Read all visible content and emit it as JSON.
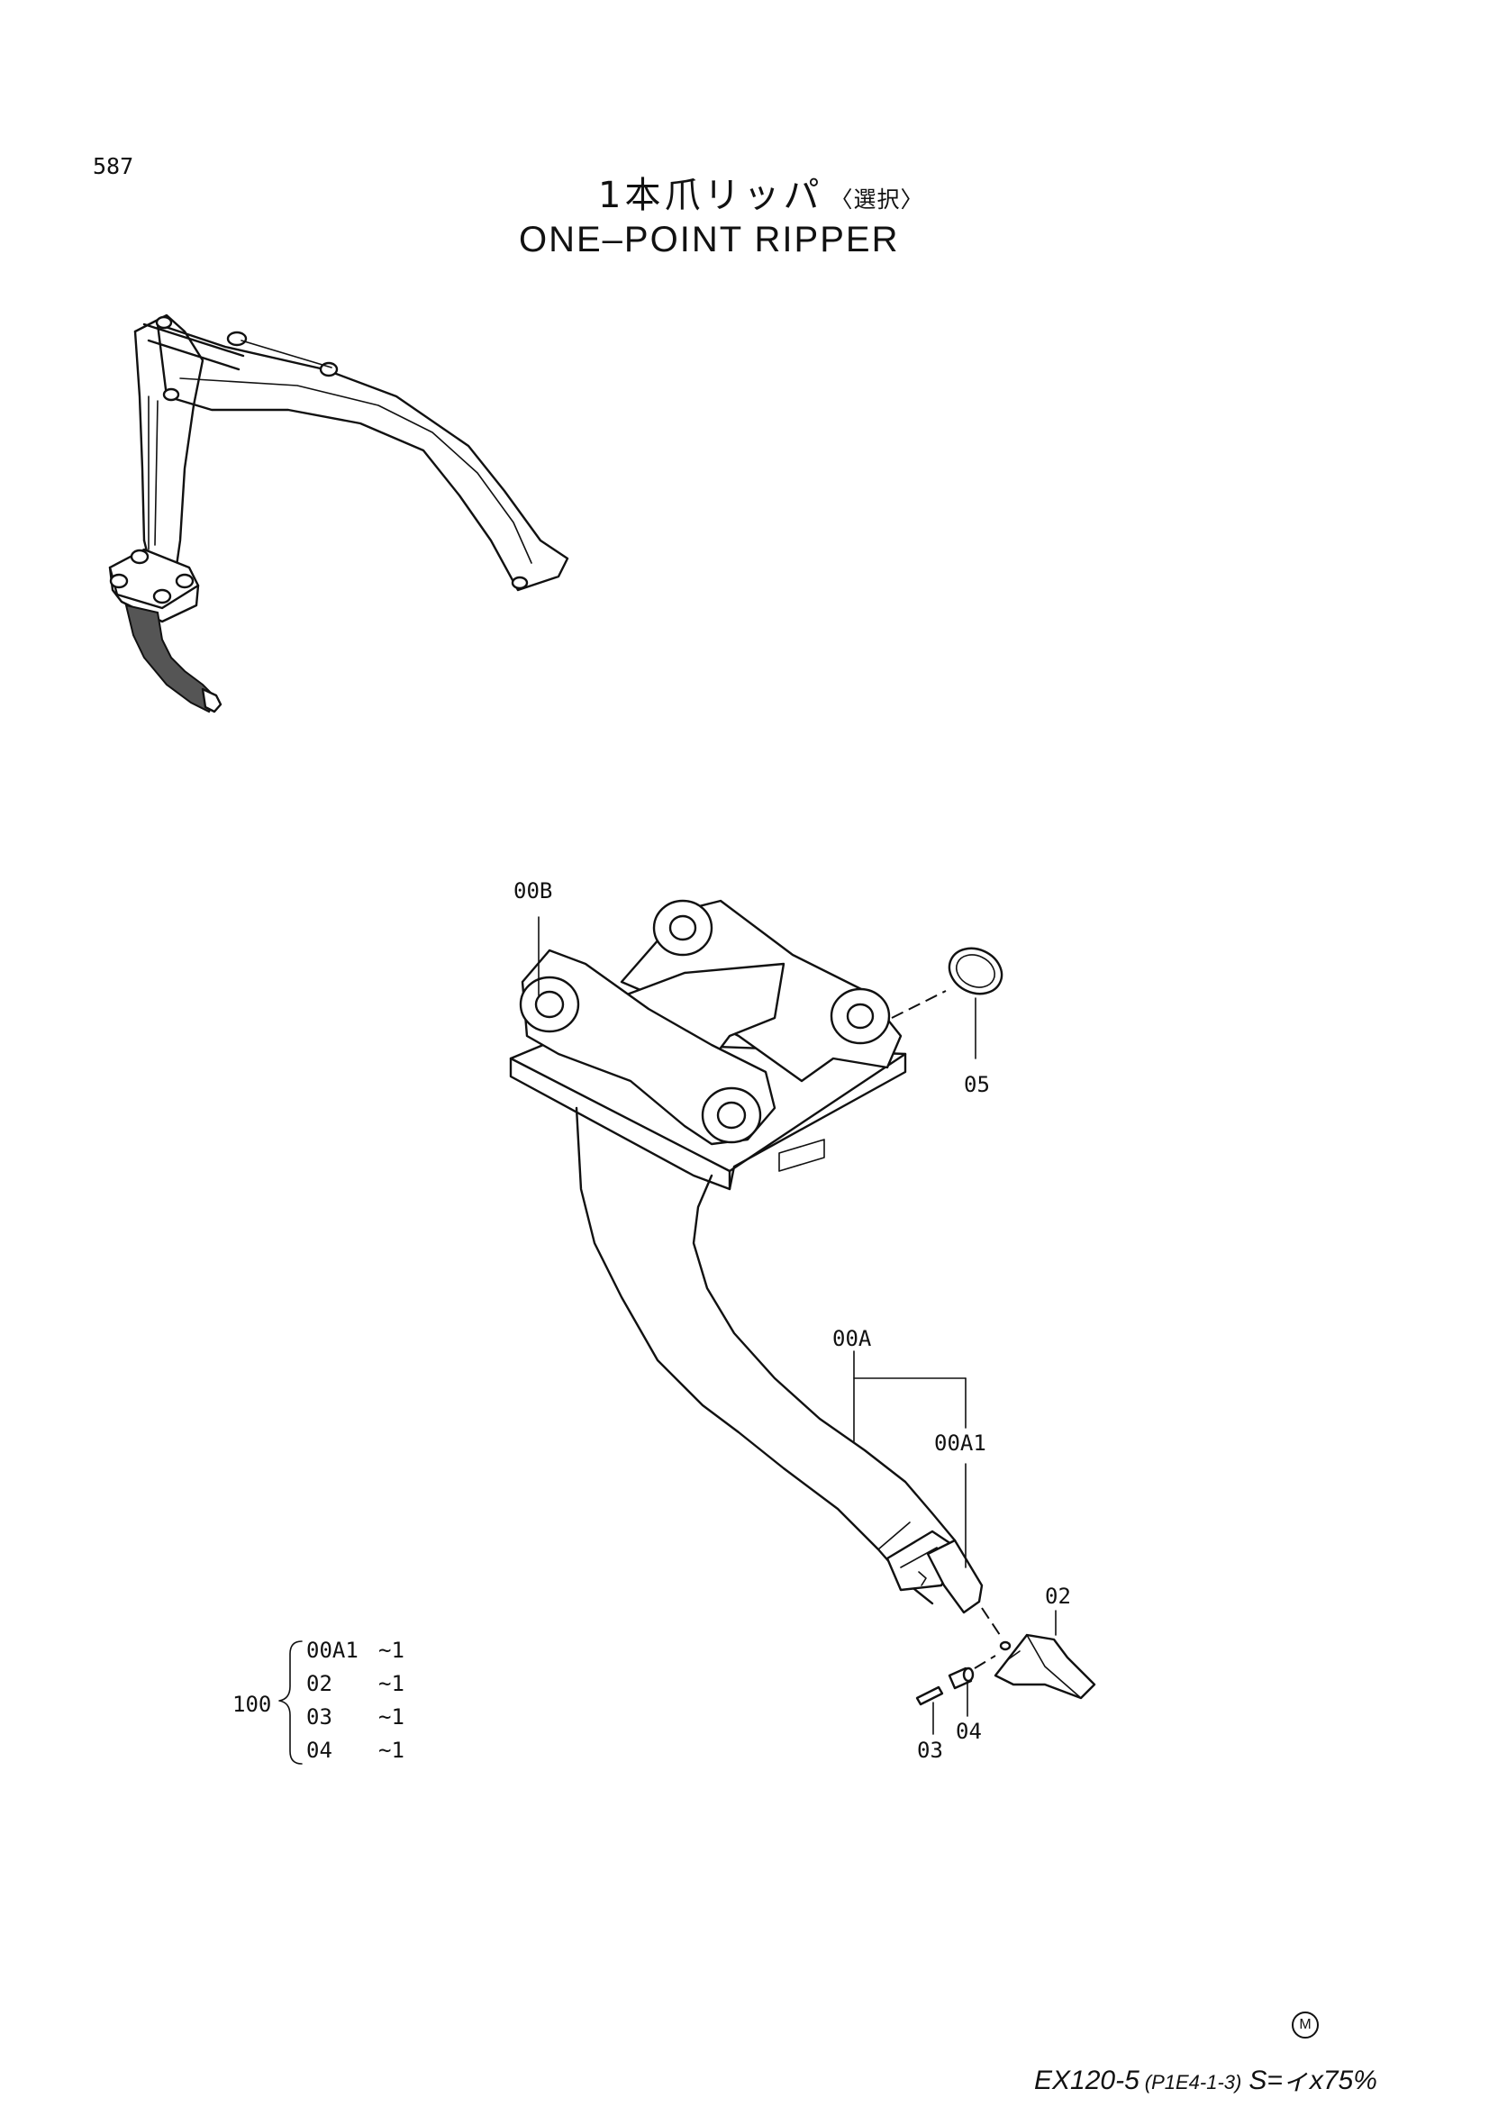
{
  "page": {
    "number": "587",
    "title_jp": "1本爪リッパ",
    "title_jp_note": "〈選択〉",
    "title_en": "ONE–POINT  RIPPER"
  },
  "callouts": {
    "p00B": "00B",
    "p05": "05",
    "p00A": "00A",
    "p00A1": "00A1",
    "p02": "02",
    "p03": "03",
    "p04": "04"
  },
  "kit": {
    "number": "100",
    "items": [
      {
        "part": "00A1",
        "qty": "~1"
      },
      {
        "part": "02",
        "qty": "~1"
      },
      {
        "part": "03",
        "qty": "~1"
      },
      {
        "part": "04",
        "qty": "~1"
      }
    ]
  },
  "footer": {
    "mark": "M",
    "model": "EX120-5",
    "ref": "(P1E4-1-3)",
    "scale": "S=ィx75%"
  }
}
